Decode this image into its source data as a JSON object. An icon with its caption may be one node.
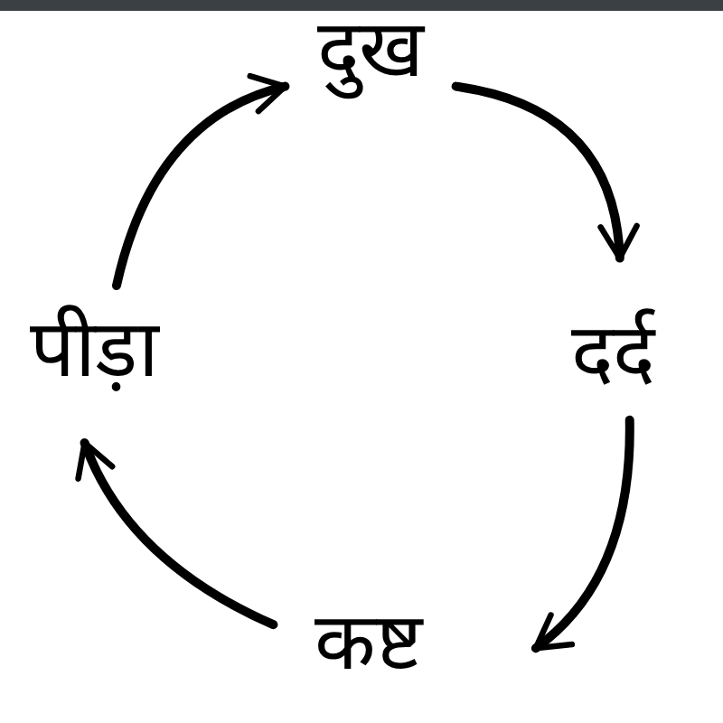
{
  "diagram": {
    "nodes": [
      {
        "text": [
          "दुख"
        ]
      },
      {
        "text": [
          "दर्द"
        ]
      },
      {
        "text": [
          "कष्ट"
        ]
      },
      {
        "text": [
          "पीड़ा"
        ]
      }
    ],
    "edges": [
      {
        "from": 0,
        "to": 1,
        "arrow": "to"
      },
      {
        "from": 1,
        "to": 2,
        "arrow": "to"
      },
      {
        "from": 2,
        "to": 3,
        "arrow": "to"
      },
      {
        "from": 3,
        "to": 0,
        "arrow": "to"
      }
    ]
  }
}
